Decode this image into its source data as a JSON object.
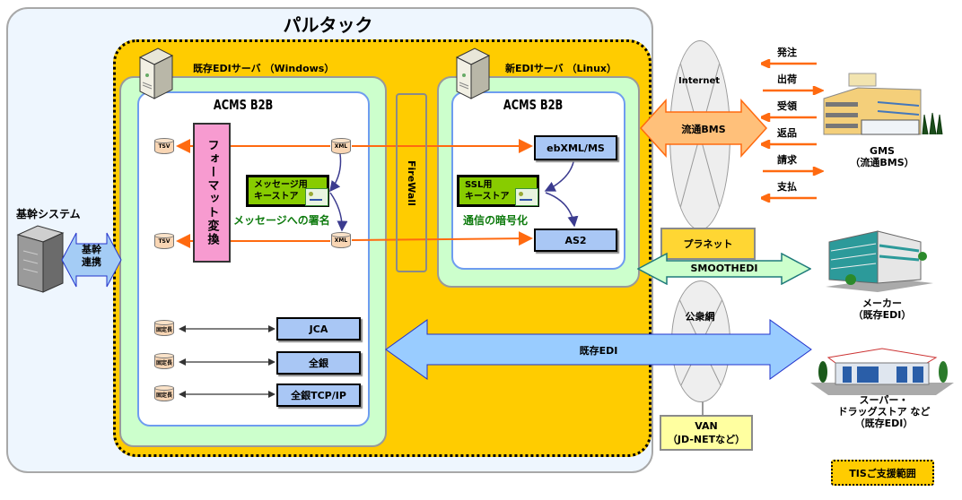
{
  "title": "パルタック",
  "legend": {
    "tis_support_area": "TISご支援範囲"
  },
  "core_system": {
    "label": "基幹システム",
    "link_label": [
      "基幹",
      "連携"
    ]
  },
  "existing_server": {
    "label": "既存EDIサーバ （Windows）",
    "product": "ACMS B2B",
    "format_conversion": "フォーマット変換",
    "keystore": [
      "メッセージ用",
      "キーストア"
    ],
    "keystore_caption": "メッセージへの署名",
    "files": {
      "tsv": "TSV",
      "xml": "XML",
      "fixed": "固定長"
    },
    "protocols": [
      "JCA",
      "全銀",
      "全銀TCP/IP"
    ]
  },
  "firewall": "FireWall",
  "new_server": {
    "label": "新EDIサーバ （Linux）",
    "product": "ACMS B2B",
    "protocols": [
      "ebXML/MS",
      "AS2"
    ],
    "keystore": [
      "SSL用",
      "キーストア"
    ],
    "keystore_caption": "通信の暗号化"
  },
  "networks": {
    "internet": "Internet",
    "ryutsu_bms": "流通BMS",
    "planet": "プラネット",
    "smoothedi": "SMOOTHEDI",
    "public_network": "公衆網",
    "existing_edi": "既存EDI",
    "van": [
      "VAN",
      "（JD-NETなど）"
    ]
  },
  "messages": [
    {
      "label": "発注",
      "direction": "in"
    },
    {
      "label": "出荷",
      "direction": "out"
    },
    {
      "label": "受領",
      "direction": "in"
    },
    {
      "label": "返品",
      "direction": "in"
    },
    {
      "label": "請求",
      "direction": "out"
    },
    {
      "label": "支払",
      "direction": "in"
    }
  ],
  "partners": {
    "gms": [
      "GMS",
      "（流通BMS）"
    ],
    "maker": [
      "メーカー",
      "（既存EDI）"
    ],
    "super": [
      "スーパー・",
      "ドラッグストア など",
      "（既存EDI）"
    ]
  },
  "colors": {
    "tis_area": "#ffcc00",
    "server_outer": "#ccffcc",
    "protocol_box": "#a9c7f5",
    "keystore": "#88cc00",
    "format_box": "#f79bd0",
    "flow_line": "#ff6a10",
    "edi_arrow": "#99ccff",
    "bms_arrow": "#ffbb77",
    "smoothedi_arrow": "#ccffcc"
  }
}
